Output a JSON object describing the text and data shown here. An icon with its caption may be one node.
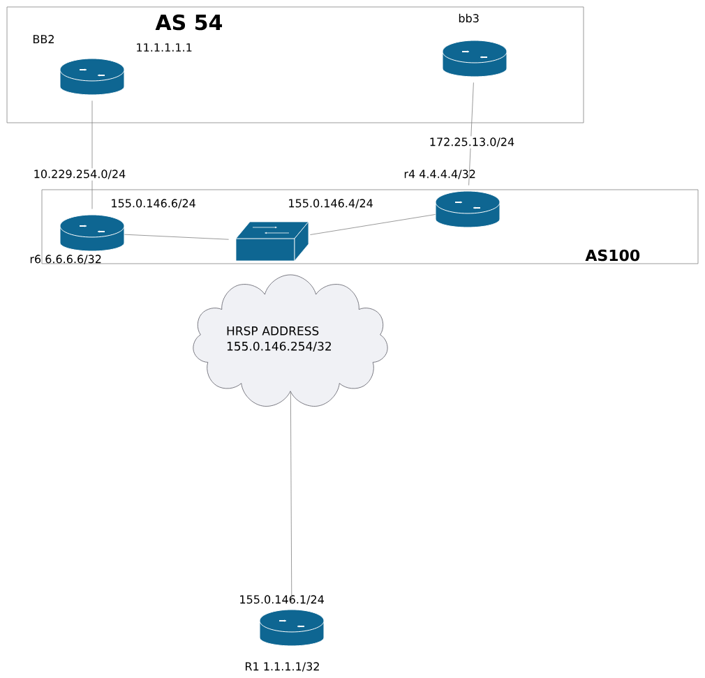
{
  "diagram": {
    "nodes": [
      {
        "text": [
          "AS 54"
        ]
      },
      {
        "text": [
          "AS100"
        ]
      },
      {
        "text": [],
        "shape": "cylinder",
        "in": 0,
        "beside": [
          "BB2",
          "11.1.1.1.1"
        ]
      },
      {
        "text": [],
        "shape": "cylinder",
        "in": 0,
        "beside": [
          "bb3"
        ]
      },
      {
        "text": [],
        "shape": "cylinder",
        "in": 1,
        "beside": [
          "r6 6.6.6.6/32"
        ]
      },
      {
        "text": [],
        "shape": "box",
        "in": 1
      },
      {
        "text": [],
        "shape": "cylinder",
        "in": 1,
        "beside": [
          "r4 4.4.4.4/32"
        ]
      },
      {
        "text": [
          "HRSP ADDRESS 155.0.146.254/32"
        ]
      },
      {
        "text": [],
        "shape": "cylinder",
        "beside": [
          "155.0.146.1/24",
          "R1 1.1.1.1/32"
        ]
      }
    ],
    "edges": [
      {
        "from": 2,
        "to": 4,
        "arrow": "none",
        "label": "10.229.254.0/24"
      },
      {
        "from": 3,
        "to": 6,
        "arrow": "none",
        "label": "172.25.13.0/24"
      },
      {
        "from": 4,
        "to": 5,
        "arrow": "none"
      },
      {
        "from": 6,
        "to": 5,
        "arrow": "none"
      },
      {
        "from": 7,
        "to": 8,
        "arrow": "none"
      }
    ],
    "labels": [
      "155.0.146.6/24",
      "155.0.146.4/24"
    ]
  }
}
